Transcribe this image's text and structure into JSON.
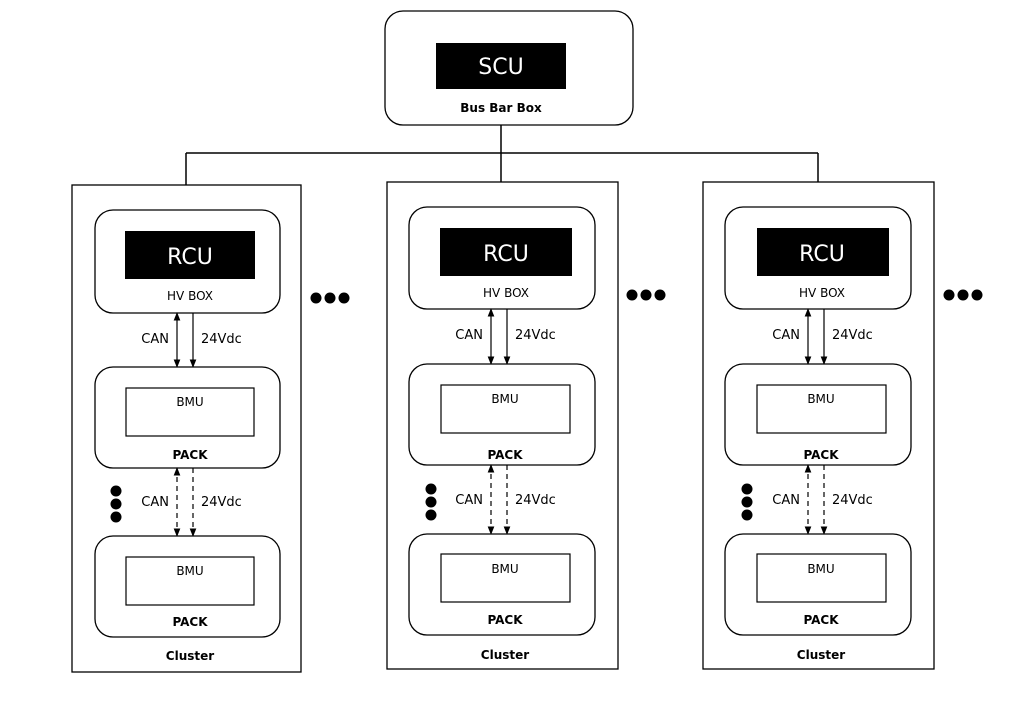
{
  "scu": {
    "title": "SCU",
    "box_label": "Bus Bar Box"
  },
  "clusters": [
    {
      "rcu": "RCU",
      "hv_box": "HV BOX",
      "link1": {
        "left": "CAN",
        "right": "24Vdc"
      },
      "pack1": {
        "bmu": "BMU",
        "label": "PACK"
      },
      "link2": {
        "left": "CAN",
        "right": "24Vdc"
      },
      "pack2": {
        "bmu": "BMU",
        "label": "PACK"
      },
      "label": "Cluster"
    },
    {
      "rcu": "RCU",
      "hv_box": "HV BOX",
      "link1": {
        "left": "CAN",
        "right": "24Vdc"
      },
      "pack1": {
        "bmu": "BMU",
        "label": "PACK"
      },
      "link2": {
        "left": "CAN",
        "right": "24Vdc"
      },
      "pack2": {
        "bmu": "BMU",
        "label": "PACK"
      },
      "label": "Cluster"
    },
    {
      "rcu": "RCU",
      "hv_box": "HV BOX",
      "link1": {
        "left": "CAN",
        "right": "24Vdc"
      },
      "pack1": {
        "bmu": "BMU",
        "label": "PACK"
      },
      "link2": {
        "left": "CAN",
        "right": "24Vdc"
      },
      "pack2": {
        "bmu": "BMU",
        "label": "PACK"
      },
      "label": "Cluster"
    }
  ],
  "colors": {
    "stroke": "#000000",
    "dark_fill": "#000000",
    "dark_text": "#ffffff"
  }
}
